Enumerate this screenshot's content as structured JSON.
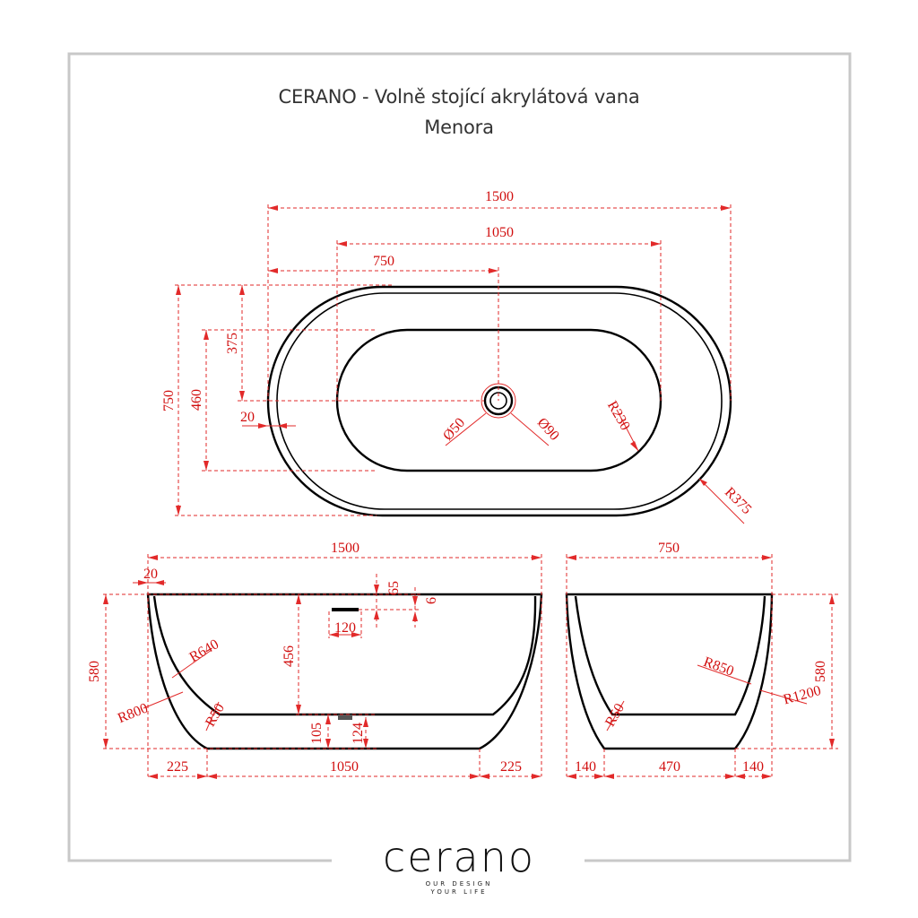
{
  "title_line1": "CERANO - Volně stojící akrylátová vana",
  "title_line2": "Menora",
  "colors": {
    "dimension": "#d10f0f",
    "outline": "#000000",
    "frame": "#c8c8c8"
  },
  "top_view": {
    "width_overall": "1500",
    "inner_length": "1050",
    "drain_offset": "750",
    "depth_overall": "750",
    "depth_to_drain": "375",
    "inner_width": "460",
    "rim": "20",
    "drain_small": "Ø50",
    "drain_large": "Ø90",
    "inner_radius": "R230",
    "outer_radius": "R375"
  },
  "side_view": {
    "length": "1500",
    "rim": "20",
    "d65": "65",
    "d6": "6",
    "overflow_width": "120",
    "height": "580",
    "inner_depth": "456",
    "r640": "R640",
    "r800": "R800",
    "r50": "R50",
    "d105": "105",
    "d124": "124",
    "left_base": "225",
    "base_length": "1050",
    "right_base": "225"
  },
  "end_view": {
    "width": "750",
    "r850": "R850",
    "r1200": "R1200",
    "height": "580",
    "r50": "R50",
    "left": "140",
    "base": "470",
    "right": "140"
  },
  "logo": {
    "wordmark": "cerano",
    "tagline1": "OUR DESIGN",
    "tagline2": "YOUR LIFE"
  }
}
